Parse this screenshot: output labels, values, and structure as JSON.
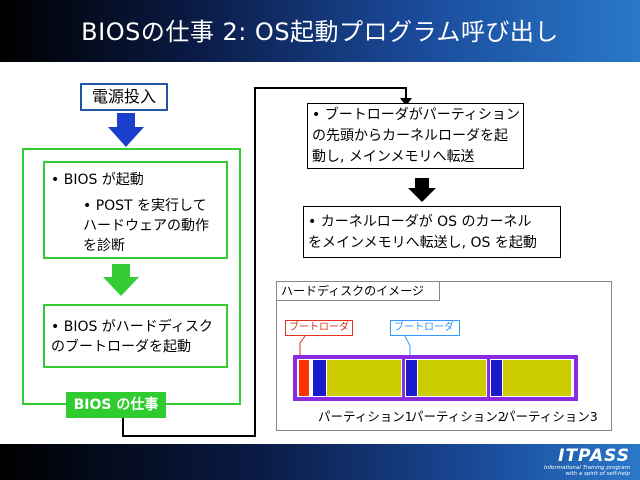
{
  "title": "BIOSの仕事 2: OS起動プログラム呼び出し",
  "power_on": "電源投入",
  "bios_start": "• BIOS が起動",
  "post_lines": [
    "• POST を実行して",
    "ハードウェアの動作",
    "を診断"
  ],
  "bios_boot": [
    "• BIOS がハードディスク",
    "のブートローダを起動"
  ],
  "bios_label": "BIOS の仕事",
  "bootloader_box": [
    "• ブートローダがパーティション",
    "の先頭からカーネルローダを起",
    "動し, メインメモリへ転送"
  ],
  "kernelloader_box": [
    "• カーネルローダが OS のカーネル",
    "をメインメモリへ転送し, OS を起動"
  ],
  "disk_title": "ハードディスクのイメージ",
  "tag1": "ブートローダ",
  "tag2": "ブートローダ",
  "partitions": [
    "パーティション1",
    "パーティション2",
    "パーティション3"
  ],
  "logo": {
    "main": "ITPASS",
    "sub1": "Informational Training program",
    "sub2": "with a spirit of self-help"
  },
  "colors": {
    "green": "#33cc33",
    "blue_arrow": "#1a3fcc",
    "purple": "#8a2be2",
    "olive": "#cccc00",
    "red": "#ff3300",
    "tag_red": "#e0301e",
    "tag_blue": "#3399ff"
  }
}
